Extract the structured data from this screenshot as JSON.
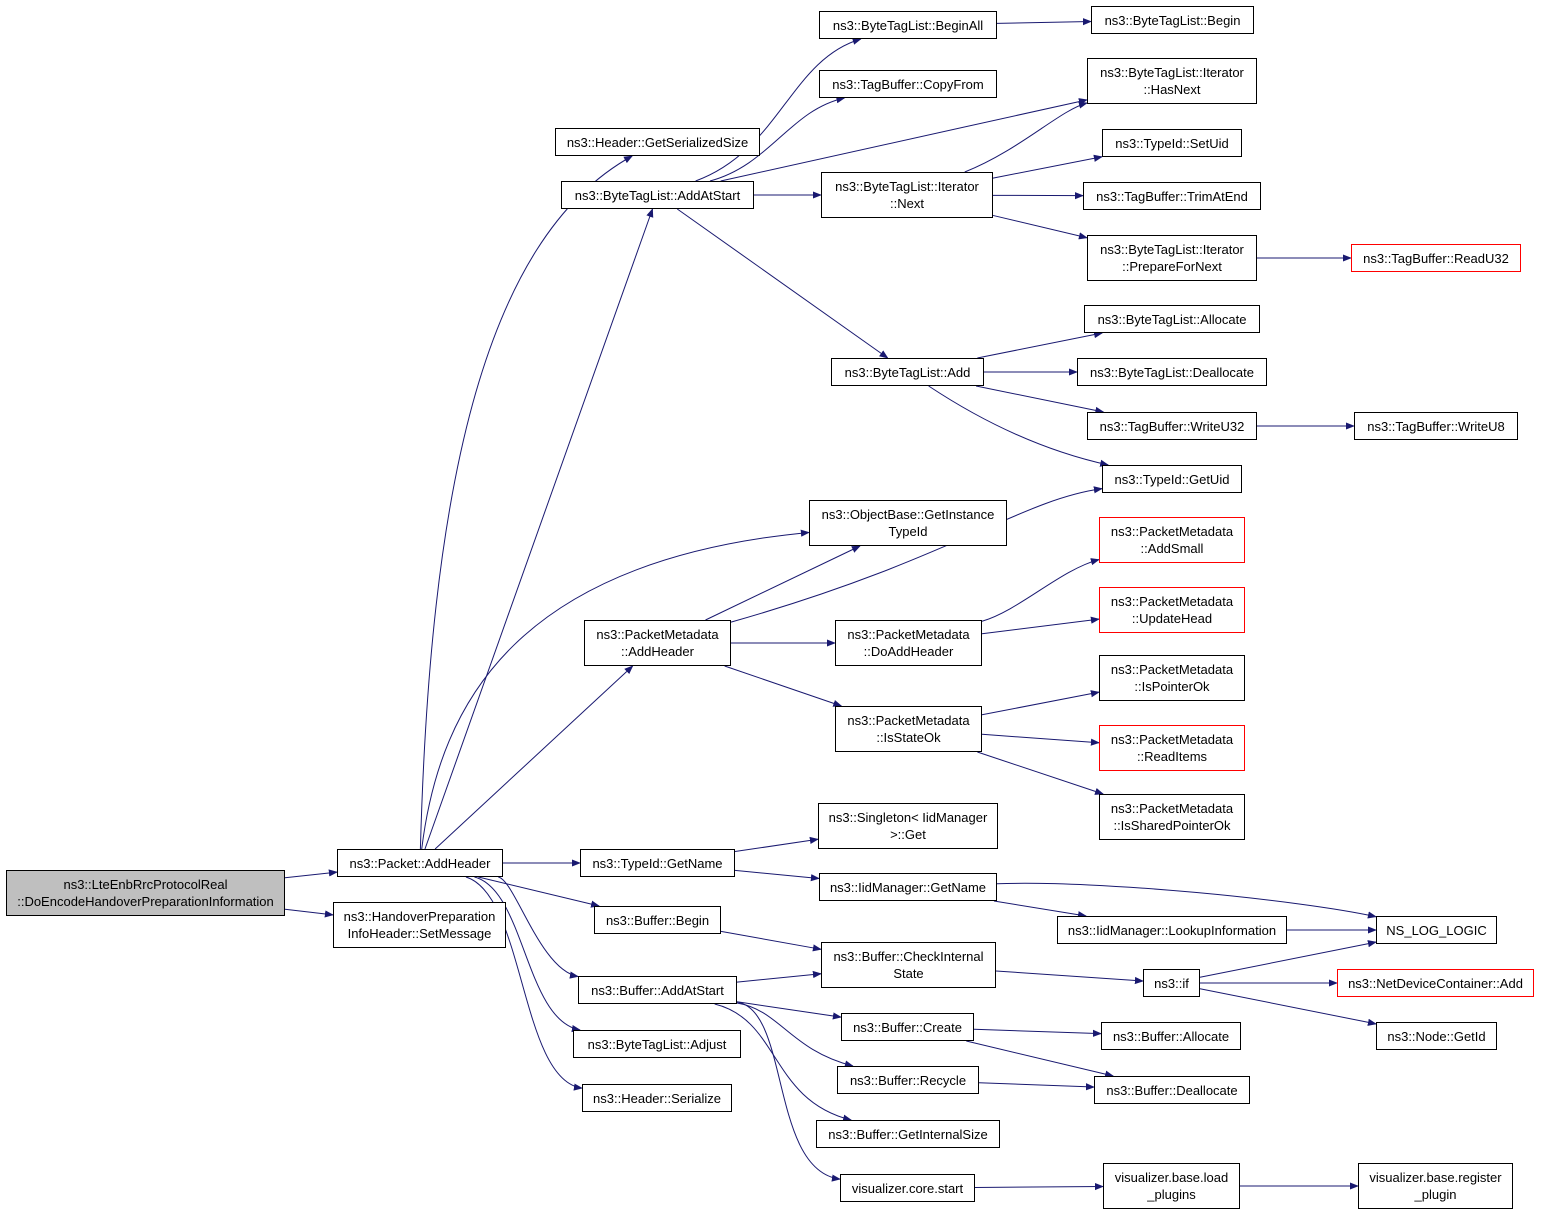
{
  "colors": {
    "edge": "#191970",
    "node_border": "#000000",
    "truncated_border": "#ff0000",
    "root_fill": "#bfbfbf"
  },
  "nodes": [
    {
      "id": "root",
      "label": "ns3::LteEnbRrcProtocolReal\n::DoEncodeHandoverPreparationInformation",
      "kind": "root"
    },
    {
      "id": "packet_addheader",
      "label": "ns3::Packet::AddHeader"
    },
    {
      "id": "hopi_setmessage",
      "label": "ns3::HandoverPreparation\nInfoHeader::SetMessage"
    },
    {
      "id": "header_getsersize",
      "label": "ns3::Header::GetSerializedSize"
    },
    {
      "id": "btl_addatstart",
      "label": "ns3::ByteTagList::AddAtStart"
    },
    {
      "id": "pm_addheader",
      "label": "ns3::PacketMetadata\n::AddHeader"
    },
    {
      "id": "typeid_getname",
      "label": "ns3::TypeId::GetName"
    },
    {
      "id": "buffer_begin",
      "label": "ns3::Buffer::Begin"
    },
    {
      "id": "buffer_addatstart",
      "label": "ns3::Buffer::AddAtStart"
    },
    {
      "id": "btl_adjust",
      "label": "ns3::ByteTagList::Adjust"
    },
    {
      "id": "header_serialize",
      "label": "ns3::Header::Serialize"
    },
    {
      "id": "btl_beginall",
      "label": "ns3::ByteTagList::BeginAll"
    },
    {
      "id": "tb_copyfrom",
      "label": "ns3::TagBuffer::CopyFrom"
    },
    {
      "id": "btl_it_next",
      "label": "ns3::ByteTagList::Iterator\n::Next"
    },
    {
      "id": "btl_add",
      "label": "ns3::ByteTagList::Add"
    },
    {
      "id": "ob_getinstancetypeid",
      "label": "ns3::ObjectBase::GetInstance\nTypeId"
    },
    {
      "id": "pm_doaddheader",
      "label": "ns3::PacketMetadata\n::DoAddHeader"
    },
    {
      "id": "pm_isstateok",
      "label": "ns3::PacketMetadata\n::IsStateOk"
    },
    {
      "id": "singleton_get",
      "label": "ns3::Singleton< IidManager\n>::Get"
    },
    {
      "id": "iid_getname",
      "label": "ns3::IidManager::GetName"
    },
    {
      "id": "buffer_checkinternal",
      "label": "ns3::Buffer::CheckInternal\nState"
    },
    {
      "id": "buffer_create",
      "label": "ns3::Buffer::Create"
    },
    {
      "id": "buffer_recycle",
      "label": "ns3::Buffer::Recycle"
    },
    {
      "id": "buffer_getinternalsize",
      "label": "ns3::Buffer::GetInternalSize"
    },
    {
      "id": "vis_core_start",
      "label": "visualizer.core.start"
    },
    {
      "id": "btl_begin",
      "label": "ns3::ByteTagList::Begin"
    },
    {
      "id": "btl_it_hasnext",
      "label": "ns3::ByteTagList::Iterator\n::HasNext"
    },
    {
      "id": "typeid_setuid",
      "label": "ns3::TypeId::SetUid"
    },
    {
      "id": "tb_trimatend",
      "label": "ns3::TagBuffer::TrimAtEnd"
    },
    {
      "id": "btl_it_preparefornext",
      "label": "ns3::ByteTagList::Iterator\n::PrepareForNext"
    },
    {
      "id": "btl_allocate",
      "label": "ns3::ByteTagList::Allocate"
    },
    {
      "id": "btl_deallocate",
      "label": "ns3::ByteTagList::Deallocate"
    },
    {
      "id": "tb_writeu32",
      "label": "ns3::TagBuffer::WriteU32"
    },
    {
      "id": "typeid_getuid",
      "label": "ns3::TypeId::GetUid"
    },
    {
      "id": "pm_addsmall",
      "label": "ns3::PacketMetadata\n::AddSmall",
      "kind": "truncated"
    },
    {
      "id": "pm_updatehead",
      "label": "ns3::PacketMetadata\n::UpdateHead",
      "kind": "truncated"
    },
    {
      "id": "pm_ispointerok",
      "label": "ns3::PacketMetadata\n::IsPointerOk"
    },
    {
      "id": "pm_readitems",
      "label": "ns3::PacketMetadata\n::ReadItems",
      "kind": "truncated"
    },
    {
      "id": "pm_issharedpointerok",
      "label": "ns3::PacketMetadata\n::IsSharedPointerOk"
    },
    {
      "id": "iid_lookupinfo",
      "label": "ns3::IidManager::LookupInformation"
    },
    {
      "id": "ns3_if",
      "label": "ns3::if"
    },
    {
      "id": "buffer_allocate",
      "label": "ns3::Buffer::Allocate"
    },
    {
      "id": "buffer_deallocate",
      "label": "ns3::Buffer::Deallocate"
    },
    {
      "id": "vis_base_load_plugins",
      "label": "visualizer.base.load\n_plugins"
    },
    {
      "id": "tb_readu32",
      "label": "ns3::TagBuffer::ReadU32",
      "kind": "truncated"
    },
    {
      "id": "tb_writeu8",
      "label": "ns3::TagBuffer::WriteU8"
    },
    {
      "id": "ns_log_logic",
      "label": "NS_LOG_LOGIC"
    },
    {
      "id": "ndc_add",
      "label": "ns3::NetDeviceContainer::Add",
      "kind": "truncated"
    },
    {
      "id": "node_getid",
      "label": "ns3::Node::GetId"
    },
    {
      "id": "vis_base_register_plugin",
      "label": "visualizer.base.register\n_plugin"
    }
  ],
  "edges": [
    [
      "root",
      "packet_addheader"
    ],
    [
      "root",
      "hopi_setmessage"
    ],
    [
      "packet_addheader",
      "header_getsersize"
    ],
    [
      "packet_addheader",
      "btl_addatstart"
    ],
    [
      "packet_addheader",
      "ob_getinstancetypeid"
    ],
    [
      "packet_addheader",
      "pm_addheader"
    ],
    [
      "packet_addheader",
      "typeid_getname"
    ],
    [
      "packet_addheader",
      "buffer_begin"
    ],
    [
      "packet_addheader",
      "buffer_addatstart"
    ],
    [
      "packet_addheader",
      "btl_adjust"
    ],
    [
      "packet_addheader",
      "header_serialize"
    ],
    [
      "btl_addatstart",
      "btl_beginall"
    ],
    [
      "btl_addatstart",
      "tb_copyfrom"
    ],
    [
      "btl_addatstart",
      "btl_it_hasnext"
    ],
    [
      "btl_addatstart",
      "btl_it_next"
    ],
    [
      "btl_addatstart",
      "btl_add"
    ],
    [
      "btl_beginall",
      "btl_begin"
    ],
    [
      "btl_it_next",
      "btl_it_hasnext"
    ],
    [
      "btl_it_next",
      "typeid_setuid"
    ],
    [
      "btl_it_next",
      "tb_trimatend"
    ],
    [
      "btl_it_next",
      "btl_it_preparefornext"
    ],
    [
      "btl_it_preparefornext",
      "tb_readu32"
    ],
    [
      "btl_add",
      "btl_allocate"
    ],
    [
      "btl_add",
      "btl_deallocate"
    ],
    [
      "btl_add",
      "tb_writeu32"
    ],
    [
      "btl_add",
      "typeid_getuid"
    ],
    [
      "tb_writeu32",
      "tb_writeu8"
    ],
    [
      "pm_addheader",
      "ob_getinstancetypeid"
    ],
    [
      "pm_addheader",
      "typeid_getuid"
    ],
    [
      "pm_addheader",
      "pm_doaddheader"
    ],
    [
      "pm_addheader",
      "pm_isstateok"
    ],
    [
      "pm_doaddheader",
      "pm_addsmall"
    ],
    [
      "pm_doaddheader",
      "pm_updatehead"
    ],
    [
      "pm_isstateok",
      "pm_ispointerok"
    ],
    [
      "pm_isstateok",
      "pm_readitems"
    ],
    [
      "pm_isstateok",
      "pm_issharedpointerok"
    ],
    [
      "typeid_getname",
      "singleton_get"
    ],
    [
      "typeid_getname",
      "iid_getname"
    ],
    [
      "iid_getname",
      "ns_log_logic"
    ],
    [
      "iid_getname",
      "iid_lookupinfo"
    ],
    [
      "iid_lookupinfo",
      "ns_log_logic"
    ],
    [
      "buffer_begin",
      "buffer_checkinternal"
    ],
    [
      "buffer_addatstart",
      "buffer_checkinternal"
    ],
    [
      "buffer_addatstart",
      "buffer_create"
    ],
    [
      "buffer_addatstart",
      "buffer_recycle"
    ],
    [
      "buffer_addatstart",
      "buffer_getinternalsize"
    ],
    [
      "buffer_addatstart",
      "vis_core_start"
    ],
    [
      "buffer_checkinternal",
      "ns3_if"
    ],
    [
      "ns3_if",
      "ns_log_logic"
    ],
    [
      "ns3_if",
      "ndc_add"
    ],
    [
      "ns3_if",
      "node_getid"
    ],
    [
      "buffer_create",
      "buffer_allocate"
    ],
    [
      "buffer_create",
      "buffer_deallocate"
    ],
    [
      "buffer_recycle",
      "buffer_deallocate"
    ],
    [
      "vis_core_start",
      "vis_base_load_plugins"
    ],
    [
      "vis_base_load_plugins",
      "vis_base_register_plugin"
    ]
  ]
}
